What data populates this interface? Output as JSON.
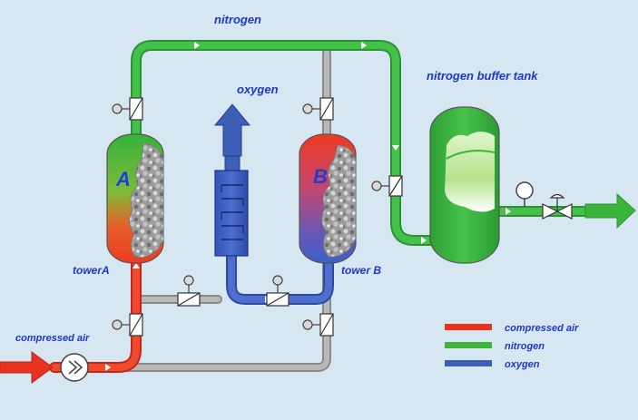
{
  "labels": {
    "nitrogen": "nitrogen",
    "oxygen": "oxygen",
    "nitrogen_buffer_tank": "nitrogen buffer tank",
    "tower_a": "towerA",
    "tower_b": "tower B",
    "compressed_air": "compressed air",
    "tower_a_letter": "A",
    "tower_b_letter": "B"
  },
  "legend": [
    {
      "label": "compressed air",
      "color": "#ee2f1e"
    },
    {
      "label": "nitrogen",
      "color": "#3cb43c"
    },
    {
      "label": "oxygen",
      "color": "#3d5fb8"
    }
  ],
  "colors": {
    "background": "#d6e7f2",
    "compressed_air": "#ee2f1e",
    "nitrogen": "#3cb43c",
    "oxygen": "#3d5fb8",
    "gray_pipe": "#a8a8a8",
    "label_text": "#1d38c9"
  },
  "icons": [
    "valve-icon",
    "pressure-gauge-icon",
    "compressor-icon",
    "flow-arrow-icon"
  ]
}
